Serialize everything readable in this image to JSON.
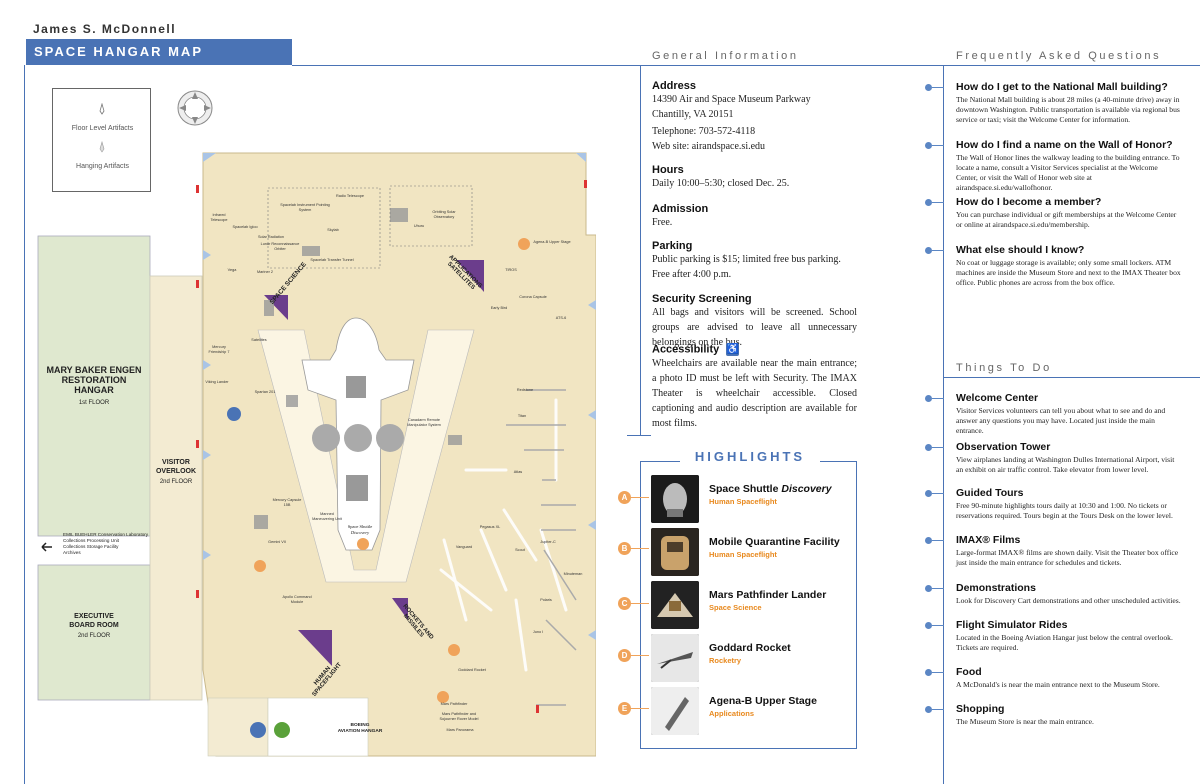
{
  "header": {
    "author": "James S. McDonnell",
    "title": "SPACE HANGAR MAP"
  },
  "legend": {
    "floor": "Floor Level Artifacts",
    "hanging": "Hanging Artifacts"
  },
  "map": {
    "restoration": [
      "MARY BAKER ENGEN",
      "RESTORATION",
      "HANGAR",
      "1st FLOOR"
    ],
    "visitor": [
      "VISITOR",
      "OVERLOOK",
      "2nd FLOOR"
    ],
    "executive": [
      "EXECUTIVE",
      "BOARD ROOM",
      "2nd FLOOR"
    ],
    "conservation": [
      "EMIL BUEHLER Conservation Laboratory",
      "Collections Processing Unit",
      "Collections Storage Facility",
      "Archives"
    ],
    "boeing": [
      "BOEING",
      "AVIATION HANGAR"
    ],
    "zones": {
      "space_science": "SPACE SCIENCE",
      "applications": "APPLICATIONS SATELLITES",
      "human": "HUMAN SPACEFLIGHT",
      "rockets": "ROCKETS AND MISSILES"
    },
    "shuttle": [
      "Space Shuttle",
      "Discovery"
    ],
    "small_labels": [
      "Skylab",
      "Infrared Telescope",
      "Solar Radiation",
      "Uhuru",
      "Spacelab Instrument Pointing System",
      "Radio Telescope",
      "Orbiting Solar Observatory",
      "Vega",
      "Spacelab Igloo",
      "Spacelab Transfer Tunnel",
      "Mariner 2",
      "Lunar Reconnaissance Orbiter",
      "Spartan 201",
      "Satellites",
      "Viking Lander",
      "Mars Pathfinder",
      "Redstone",
      "Corona Capsule",
      "TIROS",
      "Agena-B Upper Stage",
      "ATS-6",
      "Early Bird",
      "Mercury Friendship 7",
      "Gemini VII",
      "Apollo Command Module",
      "Mercury Capsule 15B",
      "Manned Maneuvering Unit",
      "Canadarm Remote Manipulator System",
      "Pegasus XL",
      "Goddard Rocket",
      "Vanguard",
      "Juno I",
      "Scout",
      "Polaris",
      "Atlas",
      "Jupiter-C",
      "Titan",
      "Minuteman",
      "Mars Pathfinder and Sojourner Rover Model",
      "Mars Panorama"
    ],
    "badge_letters": [
      "A",
      "B",
      "C",
      "D",
      "E"
    ]
  },
  "general": {
    "heading": "General Information",
    "address_h": "Address",
    "address": [
      "14390 Air and Space Museum Parkway",
      "Chantilly, VA 20151"
    ],
    "telephone": "Telephone: 703-572-4118",
    "web": "Web site: airandspace.si.edu",
    "hours_h": "Hours",
    "hours": "Daily 10:00–5:30; closed Dec. 25.",
    "admission_h": "Admission",
    "admission": "Free.",
    "parking_h": "Parking",
    "parking": [
      "Public parking is $15; limited free bus parking.",
      "Free after 4:00 p.m."
    ],
    "security_h": "Security Screening",
    "security": "All bags and visitors will be screened. School groups are advised to leave all unnecessary belongings on the bus.",
    "access_h": "Accessibility",
    "access": "Wheelchairs are available near the main entrance; a photo ID must be left with Security. The IMAX Theater is wheelchair accessible. Closed captioning and audio description are available for most films."
  },
  "highlights": {
    "title": "HIGHLIGHTS",
    "items": [
      {
        "letter": "A",
        "name": "Space Shuttle ",
        "name_em": "Discovery",
        "sub": "Human Spaceflight"
      },
      {
        "letter": "B",
        "name": "Mobile Quarantine Facility",
        "name_em": "",
        "sub": "Human Spaceflight"
      },
      {
        "letter": "C",
        "name": "Mars Pathfinder Lander",
        "name_em": "",
        "sub": "Space Science"
      },
      {
        "letter": "D",
        "name": "Goddard Rocket",
        "name_em": "",
        "sub": "Rocketry"
      },
      {
        "letter": "E",
        "name": "Agena-B Upper Stage",
        "name_em": "",
        "sub": "Applications"
      }
    ]
  },
  "faq": {
    "heading": "Frequently Asked Questions",
    "items": [
      {
        "q": "How do I get to the National Mall building?",
        "a": "The National Mall building is about 28 miles (a 40-minute drive) away in downtown Washington. Public transportation is available via regional bus service or taxi; visit the Welcome Center for information."
      },
      {
        "q": "How do I find a name on the Wall of Honor?",
        "a": "The Wall of Honor lines the walkway leading to the building entrance. To locate a name, consult a Visitor Services specialist at the Welcome Center, or visit the Wall of Honor web site at airandspace.si.edu/wallofhonor."
      },
      {
        "q": "How do I become a member?",
        "a": "You can purchase individual or gift memberships at the Welcome Center or online at airandspace.si.edu/membership."
      },
      {
        "q": "What else should I know?",
        "a": "No coat or luggage storage is available; only some small lockers. ATM machines are inside the Museum Store and next to the IMAX Theater box office. Public phones are across from the box office."
      }
    ]
  },
  "todo": {
    "heading": "Things To Do",
    "items": [
      {
        "t": "Welcome Center",
        "d": "Visitor Services volunteers can tell you about what to see and do and answer any questions you may have. Located just inside the main entrance."
      },
      {
        "t": "Observation Tower",
        "d": "View airplanes landing at Washington Dulles International Airport, visit an exhibit on air traffic control. Take elevator from lower level."
      },
      {
        "t": "Guided Tours",
        "d": "Free 90-minute highlights tours daily at 10:30 and 1:00. No tickets or reservations required. Tours begin at the Tours Desk on the lower level."
      },
      {
        "t": "IMAX® Films",
        "d": "Large-format IMAX® films are shown daily.  Visit the Theater box office just inside the main entrance for schedules and tickets."
      },
      {
        "t": "Demonstrations",
        "d": "Look for Discovery Cart demonstrations and other unscheduled activities."
      },
      {
        "t": "Flight Simulator Rides",
        "d": "Located in the Boeing Aviation Hangar just below the central overlook. Tickets are required."
      },
      {
        "t": "Food",
        "d": "A McDonald's is near the main entrance next to the Museum Store."
      },
      {
        "t": "Shopping",
        "d": "The Museum Store is near the main entrance."
      }
    ]
  },
  "colors": {
    "accent": "#4a73b5",
    "orange": "#e8891e",
    "hangar_floor": "#f1e5c2",
    "restoration": "#dfe8cf",
    "purple": "#6b3d8c"
  }
}
